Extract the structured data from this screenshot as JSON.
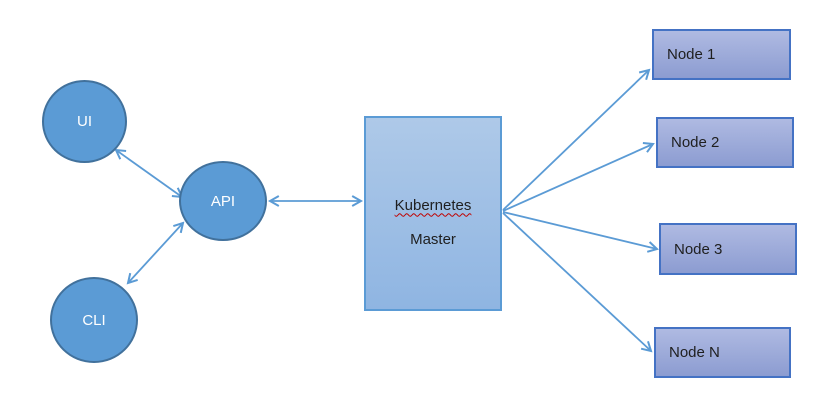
{
  "diagram": {
    "circles": [
      {
        "id": "ui",
        "label": "UI"
      },
      {
        "id": "api",
        "label": "API"
      },
      {
        "id": "cli",
        "label": "CLI"
      }
    ],
    "master": {
      "line1": "Kubernetes",
      "line2": "Master",
      "spellcheck_underline_on": "Kubernetes"
    },
    "nodes": [
      {
        "label": "Node 1"
      },
      {
        "label": "Node 2"
      },
      {
        "label": "Node 3"
      },
      {
        "label": "Node N"
      }
    ],
    "edges": [
      {
        "from": "UI",
        "to": "API",
        "bidirectional": true
      },
      {
        "from": "CLI",
        "to": "API",
        "bidirectional": true
      },
      {
        "from": "API",
        "to": "Kubernetes Master",
        "bidirectional": true
      },
      {
        "from": "Kubernetes Master",
        "to": "Node 1",
        "bidirectional": false
      },
      {
        "from": "Kubernetes Master",
        "to": "Node 2",
        "bidirectional": false
      },
      {
        "from": "Kubernetes Master",
        "to": "Node 3",
        "bidirectional": false
      },
      {
        "from": "Kubernetes Master",
        "to": "Node N",
        "bidirectional": false
      }
    ]
  },
  "colors": {
    "circle_fill": "#5B9BD5",
    "circle_border": "#41719C",
    "master_fill_top": "#AEC9E8",
    "master_fill_bottom": "#8FB5E2",
    "master_border": "#5B9BD5",
    "node_fill_top": "#AFBAE2",
    "node_fill_bottom": "#8C9CD1",
    "node_border": "#4472C4",
    "arrow": "#5B9BD5",
    "text_dark": "#1F1F1F",
    "text_light": "#FFFFFF",
    "spellcheck_underline": "#C00000",
    "background": "#FFFFFF"
  }
}
